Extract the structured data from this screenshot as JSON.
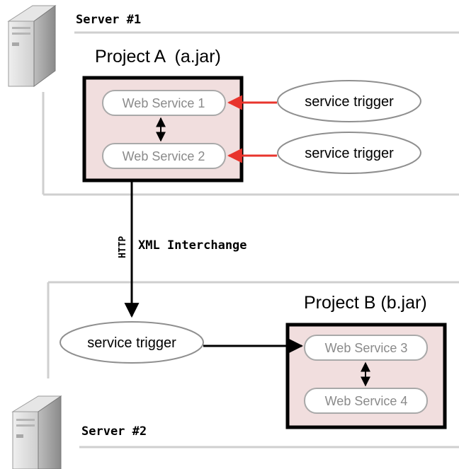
{
  "servers": [
    {
      "label": "Server #1"
    },
    {
      "label": "Server #2"
    }
  ],
  "projects": [
    {
      "title": "Project A  (a.jar)",
      "services": [
        "Web Service 1",
        "Web Service 2"
      ]
    },
    {
      "title": "Project B (b.jar)",
      "services": [
        "Web Service 3",
        "Web Service 4"
      ]
    }
  ],
  "triggers": [
    "service trigger",
    "service trigger",
    "service trigger"
  ],
  "connection": {
    "protocol": "HTTP",
    "label": "XML Interchange"
  },
  "colors": {
    "project_fill": "#f1dede",
    "service_fill": "#ffffff",
    "service_text": "#8a8a8a",
    "trigger_arrow": "#e8342c",
    "frame_line": "#cfcfcf"
  }
}
